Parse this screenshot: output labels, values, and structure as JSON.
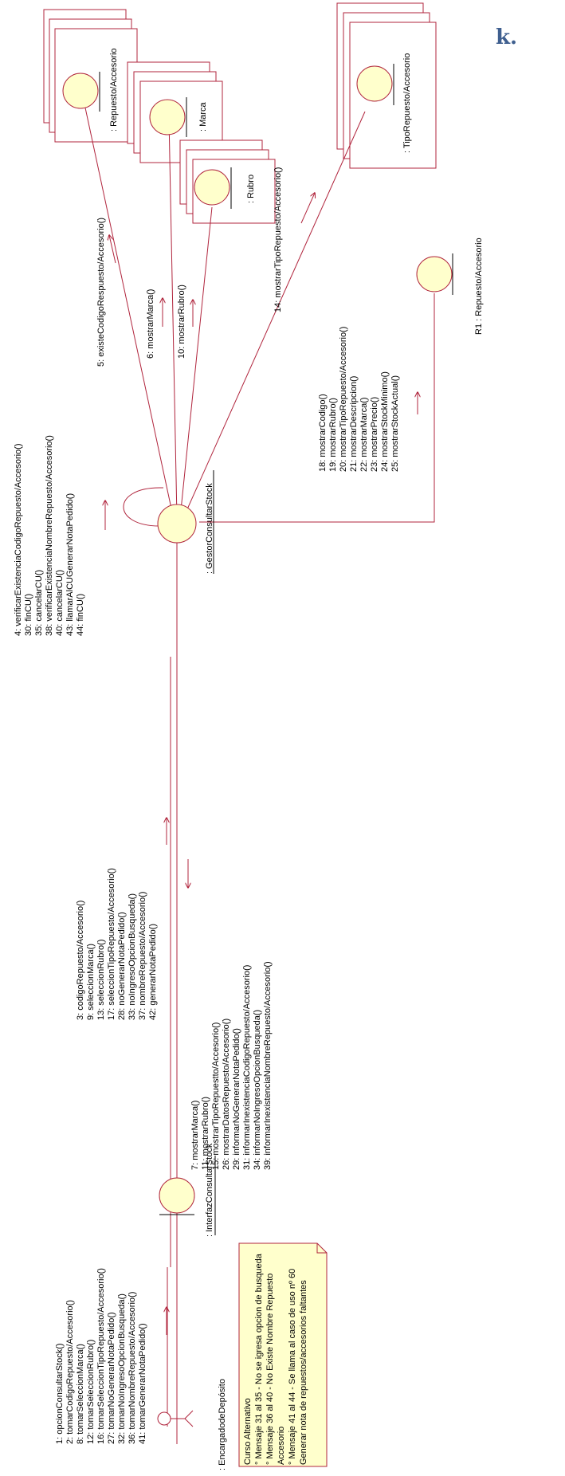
{
  "header_fragment": "k.",
  "colors": {
    "line": "#b0243c",
    "circle_fill": "#ffffcc",
    "note_fill": "#ffffcc",
    "title": "#3f5f8f"
  },
  "objects": {
    "repuesto": ": Repuesto/Accesorio",
    "marca": ": Marca",
    "rubro": ": Rubro",
    "tipo": ": TipoRepuesto/Accesorio",
    "r1": "R1 : Repuesto/Accesorio",
    "gestor": ": GestorConsultarStock",
    "interfaz": ": InterfazConsultarStock",
    "encargado": ": EncargadodeDepósito"
  },
  "messages": {
    "actor_to_interfaz": [
      "1: opcionConsultarStock()",
      "2: tomarCodigoRepuesto/Accesorio()",
      "8: tomarSeleccionMarca()",
      "12: tomarSeleccionRubro()",
      "16: tomarSeleccionTipoRepuesto/Accesorio()",
      "27: tomarNoGenerarNotaPedido()",
      "32: tomarNoIngresoOpcionBusqueda()",
      "36: tomarNombreRepuesto/Accesorio()",
      "41: tomarGenerarNotaPedido()"
    ],
    "interfaz_to_gestor": [
      "3: codigoRepuesto/Accesorio()",
      "9: seleccionMarca()",
      "13: seleccionRubro()",
      "17: seleccionTipoRepuesto/Accesorio()",
      "28: noGenerarNotaPedido()",
      "33: noIngresoOpcionBusqueda()",
      "37: nombreRepuesto/Accesorio()",
      "42: generarNotaPedido()"
    ],
    "gestor_to_interfaz": [
      "7: mostrarMarca()",
      "11: mostrarRubro()",
      "15: mostrarTipoRepuestto/Accesorio()",
      "26: mostrarDatosRepuesto/Accesorio()",
      "29: informarNoGenerarNotaPedido()",
      "31: informarInexistenciaCodigoRepuesto/Accesorio()",
      "34: informarNoIngresoOpcionBusqueda()",
      "39: informarInexistenciaNombreRepuesto/Accesorio()"
    ],
    "gestor_self": [
      "4: verificarExistenciaCodigoRepuesto/Accesorio()",
      "30: finCU()",
      "35: cancelarCU()",
      "38: verificarExistenciaNombreRepuesto/Accesorio()",
      "40: cancelarCU()",
      "43: llamarAlCUGenerarNotaPedido()",
      "44: finCU()"
    ],
    "to_repuesto": "5: existeCodigoRespuesto/Accesorio()",
    "to_marca": "6: mostrarMarca()",
    "to_rubro": "10: mostrarRubro()",
    "to_tipo": "14: mostrarTipoRepuesto/Accesorio()",
    "to_r1": [
      "18: mostrarCodigo()",
      "19: mostrarRubro()",
      "20: mostrarTipoRepuesto/Accesorio()",
      "21: mostrarDescripcion()",
      "22: mostrarMarca()",
      "23: mostrarPrecio()",
      "24: mostrarStockMinimo()",
      "25: mostrarStockActual()"
    ]
  },
  "note": [
    "Curso Alternativo",
    "° Mensaje 31 al 35 - No se igresa opcion de busqueda",
    "° Mensaje 36 al 40 - No Existe Nombre Repuesto",
    "Accesorio",
    "° Mensaje 41 al 44 - Se llama al caso de uso nº 60",
    "Generar nota de repuestos/accesorios faltantes"
  ]
}
